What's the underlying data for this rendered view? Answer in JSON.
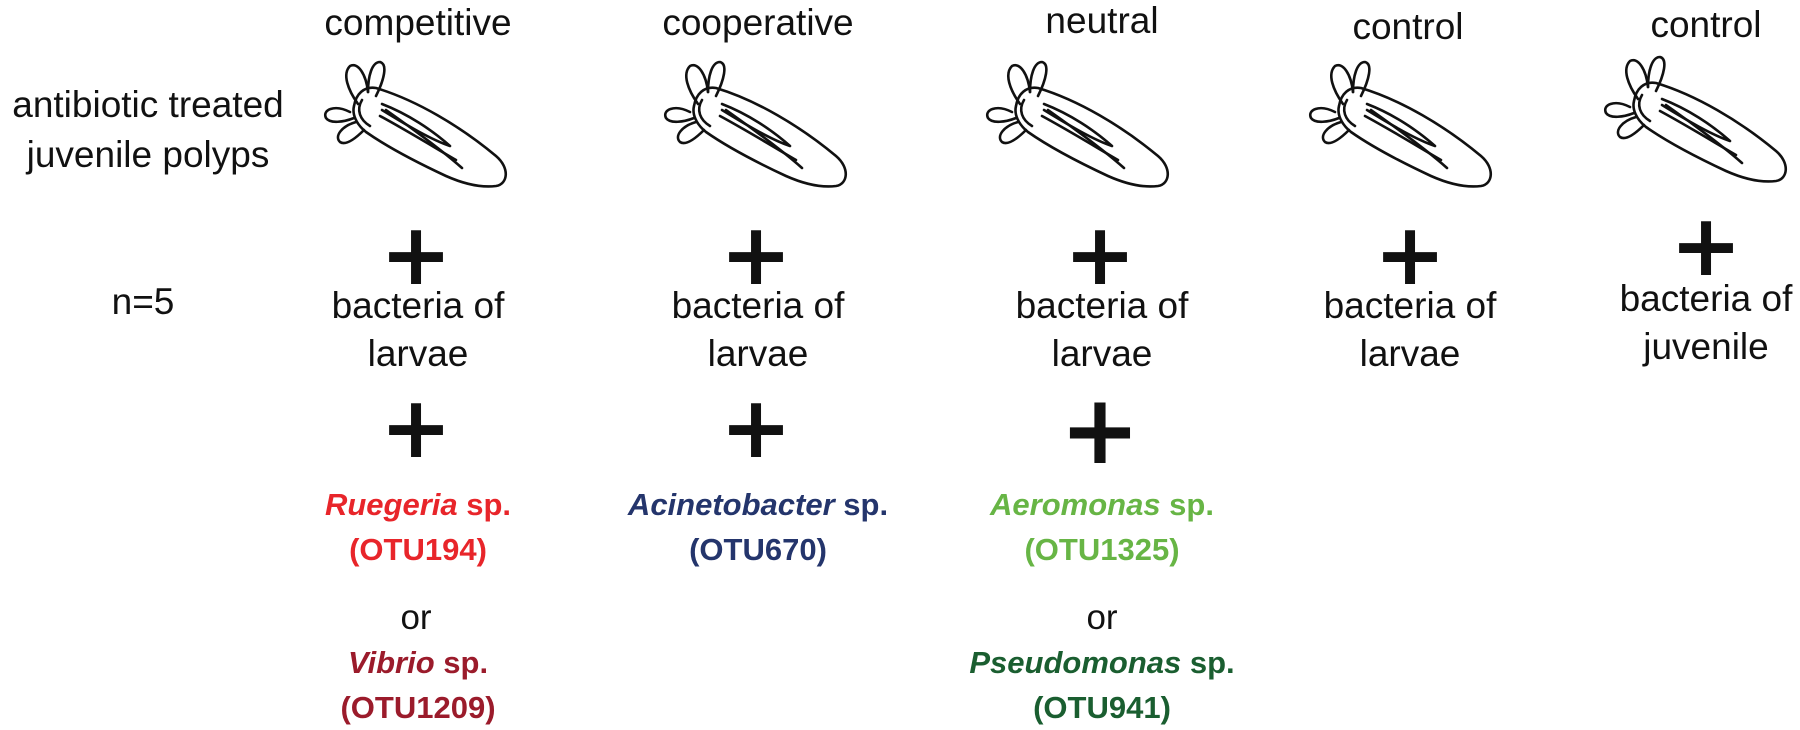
{
  "row_label": "antibiotic treated juvenile polyps",
  "row_label_lines": [
    "antibiotic treated",
    "juvenile polyps"
  ],
  "sample_size": "n=5",
  "plus_symbol": "+",
  "or_word": "or",
  "columns": [
    {
      "header": "competitive",
      "bacteria_lines": [
        "bacteria of",
        "larvae"
      ],
      "organisms": [
        {
          "genus": "Ruegeria",
          "suffix": " sp.",
          "otu": "(OTU194)",
          "color": "#e8252a"
        },
        {
          "genus": "Vibrio",
          "suffix": " sp.",
          "otu": "(OTU1209)",
          "color": "#9b1b2b"
        }
      ]
    },
    {
      "header": "cooperative",
      "bacteria_lines": [
        "bacteria of",
        "larvae"
      ],
      "organisms": [
        {
          "genus": "Acinetobacter",
          "suffix": " sp.",
          "otu": "(OTU670)",
          "color": "#24356c"
        }
      ]
    },
    {
      "header": "neutral",
      "bacteria_lines": [
        "bacteria of",
        "larvae"
      ],
      "organisms": [
        {
          "genus": "Aeromonas",
          "suffix": " sp.",
          "otu": "(OTU1325)",
          "color": "#67b545"
        },
        {
          "genus": "Pseudomonas",
          "suffix": " sp.",
          "otu": "(OTU941)",
          "color": "#1a5e30"
        }
      ]
    },
    {
      "header": "control",
      "bacteria_lines": [
        "bacteria of",
        "larvae"
      ],
      "organisms": []
    },
    {
      "header": "control",
      "bacteria_lines": [
        "bacteria of",
        "juvenile"
      ],
      "organisms": []
    }
  ]
}
